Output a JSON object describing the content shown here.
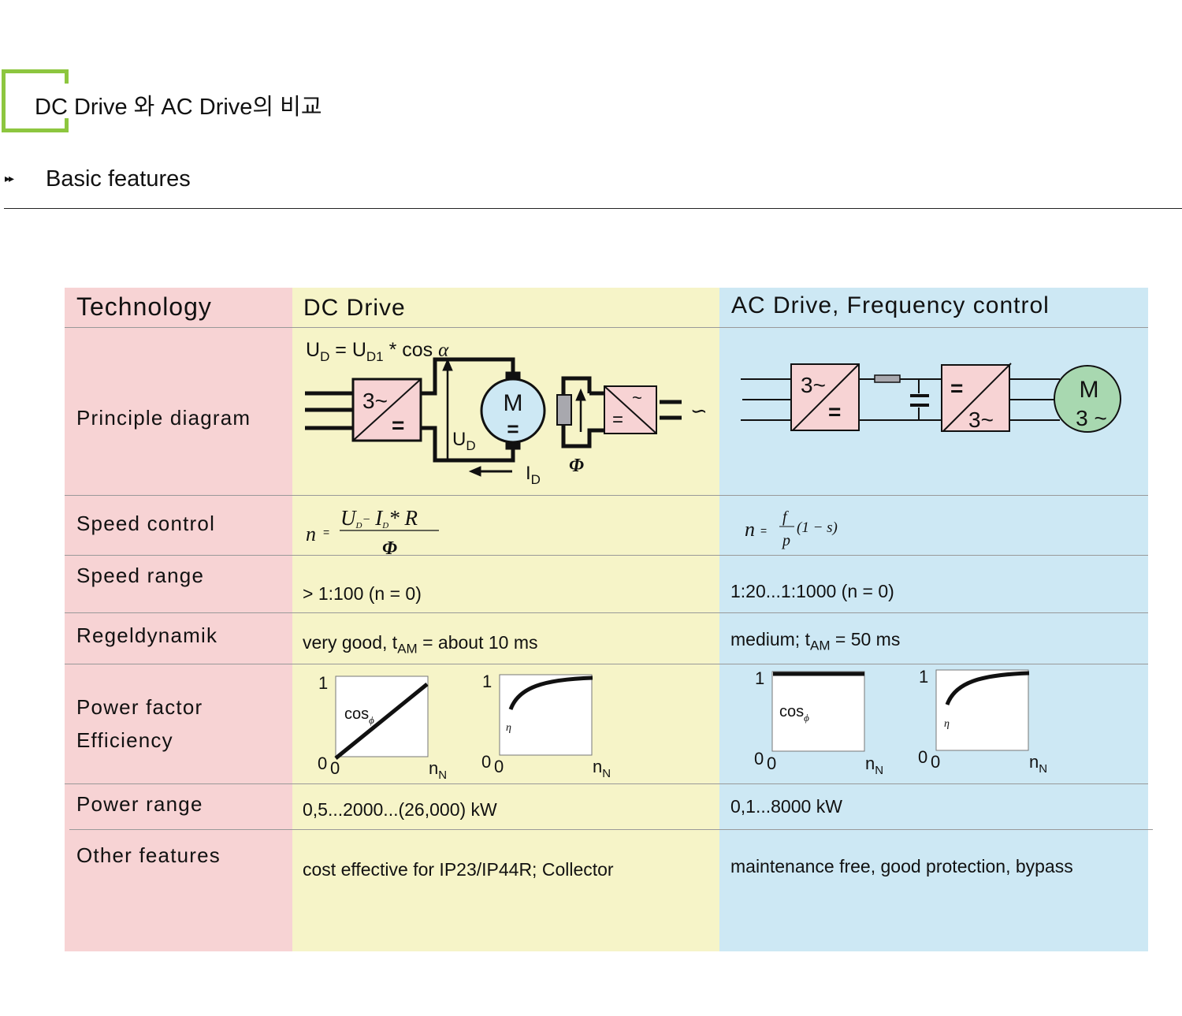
{
  "header": {
    "title": "DC Drive 와 AC Drive의 비교",
    "section": "Basic features",
    "bullet": "▸▸"
  },
  "table": {
    "columns": [
      "Technology",
      "DC Drive",
      "AC Drive, Frequency control"
    ],
    "rows": [
      {
        "label": "Principle diagram"
      },
      {
        "label": "Speed control"
      },
      {
        "label": "Speed range",
        "dc": "> 1:100  (n = 0)",
        "ac": "1:20...1:1000 (n = 0)"
      },
      {
        "label": "Regeldynamik",
        "dc_pre": "very good,  t",
        "dc_sub": "AM",
        "dc_post": " = about 10 ms",
        "ac_pre": "medium; t",
        "ac_sub": "AM",
        "ac_post": " = 50 ms"
      },
      {
        "label": "Power factor",
        "label2": "Efficiency"
      },
      {
        "label": "Power range",
        "dc": "0,5...2000...(26,000) kW",
        "ac": "0,1...8000 kW"
      },
      {
        "label": "Other features",
        "dc": "cost effective for IP23/IP44R; Collector",
        "ac": "maintenance free, good protection, bypass"
      }
    ]
  },
  "dc_diagram": {
    "eq_u": "U",
    "eq_sub_d": "D",
    "eq_mid": " = U",
    "eq_sub_d1": "D1",
    "eq_end": " * cos ",
    "alpha": "α",
    "rect_in": "3~",
    "rect_out": "=",
    "motor": "M",
    "motor_sub": "=",
    "ud": "U",
    "ud_sub": "D",
    "id": "I",
    "id_sub": "D",
    "phi": "Φ",
    "field_in": "=",
    "field_out": "~",
    "ac_sym": "∽"
  },
  "ac_diagram": {
    "rect_in": "3~",
    "rect_out": "=",
    "inv_in": "=",
    "inv_out": "3~",
    "motor": "M",
    "motor_sub": "3 ~"
  },
  "formulas": {
    "dc": {
      "n": "n",
      "eq": "=",
      "num_u": "U",
      "num_ud": "D",
      "minus": "−",
      "num_i": "I",
      "num_id": "D",
      "num_r": "* R",
      "den": "Φ"
    },
    "ac": {
      "n": "n",
      "eq": "=",
      "num": "f",
      "den": "p",
      "tail": "(1 − s)"
    }
  },
  "mini_charts": {
    "one": "1",
    "zero": "0",
    "x_label": "n",
    "x_sub": "N",
    "pf_label": "cos",
    "pf_sub": "ϕ",
    "eff_label": "η"
  },
  "colors": {
    "technology": "#f7d3d4",
    "dc": "#f6f4c8",
    "ac": "#cde8f4",
    "accent": "#8dc63f",
    "block": "#f7d3d4",
    "dc_motor": "#cde8f4",
    "ac_motor": "#a8d8b0"
  }
}
